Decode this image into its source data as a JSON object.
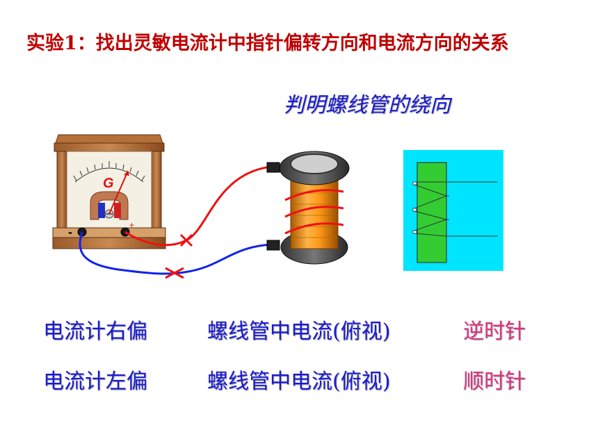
{
  "title": "实验1：找出灵敏电流计中指针偏转方向和电流方向的关系",
  "subtitle": "判明螺线管的绕向",
  "galvanometer": {
    "label": "G",
    "minus": "-",
    "plus": "+"
  },
  "rows": [
    {
      "meter": "电流计右偏",
      "coil": "螺线管中电流(俯视)",
      "direction": "逆时针"
    },
    {
      "meter": "电流计左偏",
      "coil": "螺线管中电流(俯视)",
      "direction": "顺时针"
    }
  ],
  "colors": {
    "title": "#c00000",
    "text": "#1a1ad0",
    "accent": "#e0347a",
    "panel": "#00e5ff"
  }
}
